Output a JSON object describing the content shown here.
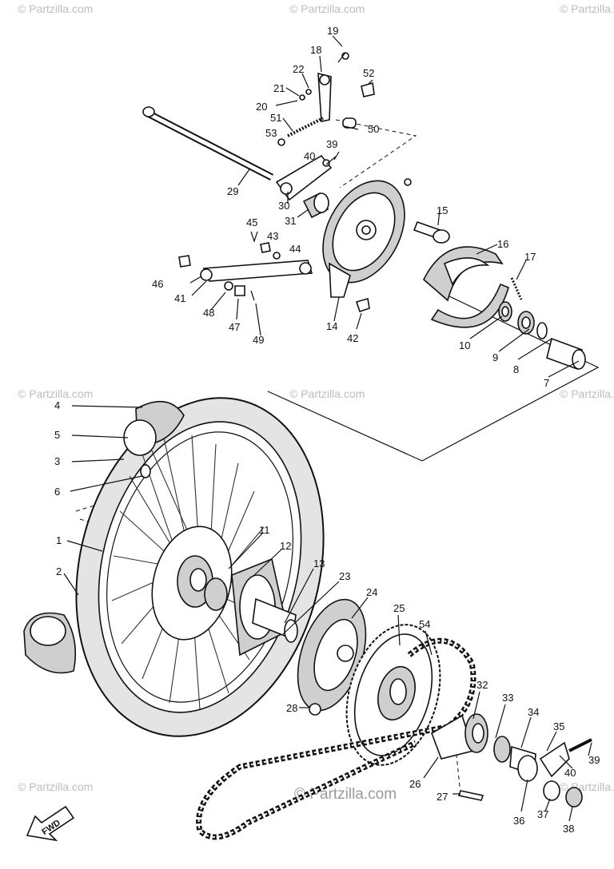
{
  "diagram": {
    "labels": [
      {
        "id": "1",
        "text": "1"
      },
      {
        "id": "2",
        "text": "2"
      },
      {
        "id": "3",
        "text": "3"
      },
      {
        "id": "4",
        "text": "4"
      },
      {
        "id": "5",
        "text": "5"
      },
      {
        "id": "6",
        "text": "6"
      },
      {
        "id": "7",
        "text": "7"
      },
      {
        "id": "8",
        "text": "8"
      },
      {
        "id": "9",
        "text": "9"
      },
      {
        "id": "10",
        "text": "10"
      },
      {
        "id": "11",
        "text": "11"
      },
      {
        "id": "12",
        "text": "12"
      },
      {
        "id": "13",
        "text": "13"
      },
      {
        "id": "14",
        "text": "14"
      },
      {
        "id": "15",
        "text": "15"
      },
      {
        "id": "16",
        "text": "16"
      },
      {
        "id": "17",
        "text": "17"
      },
      {
        "id": "18",
        "text": "18"
      },
      {
        "id": "19",
        "text": "19"
      },
      {
        "id": "20",
        "text": "20"
      },
      {
        "id": "21",
        "text": "21"
      },
      {
        "id": "22",
        "text": "22"
      },
      {
        "id": "23",
        "text": "23"
      },
      {
        "id": "24",
        "text": "24"
      },
      {
        "id": "25",
        "text": "25"
      },
      {
        "id": "26",
        "text": "26"
      },
      {
        "id": "27",
        "text": "27"
      },
      {
        "id": "28",
        "text": "28"
      },
      {
        "id": "29",
        "text": "29"
      },
      {
        "id": "30",
        "text": "30"
      },
      {
        "id": "31",
        "text": "31"
      },
      {
        "id": "32",
        "text": "32"
      },
      {
        "id": "33",
        "text": "33"
      },
      {
        "id": "34",
        "text": "34"
      },
      {
        "id": "35",
        "text": "35"
      },
      {
        "id": "36",
        "text": "36"
      },
      {
        "id": "37",
        "text": "37"
      },
      {
        "id": "38",
        "text": "38"
      },
      {
        "id": "39a",
        "text": "39"
      },
      {
        "id": "39b",
        "text": "39"
      },
      {
        "id": "40a",
        "text": "40"
      },
      {
        "id": "40b",
        "text": "40"
      },
      {
        "id": "41",
        "text": "41"
      },
      {
        "id": "42",
        "text": "42"
      },
      {
        "id": "43",
        "text": "43"
      },
      {
        "id": "44",
        "text": "44"
      },
      {
        "id": "45",
        "text": "45"
      },
      {
        "id": "46",
        "text": "46"
      },
      {
        "id": "47",
        "text": "47"
      },
      {
        "id": "48",
        "text": "48"
      },
      {
        "id": "49",
        "text": "49"
      },
      {
        "id": "50",
        "text": "50"
      },
      {
        "id": "51",
        "text": "51"
      },
      {
        "id": "52",
        "text": "52"
      },
      {
        "id": "53",
        "text": "53"
      },
      {
        "id": "54",
        "text": "54"
      }
    ],
    "fwd_label": "FWD"
  },
  "watermark": {
    "small_text": "© Partzilla.com",
    "center_text": "© Partzilla.com",
    "color": "#bdbdbd"
  }
}
